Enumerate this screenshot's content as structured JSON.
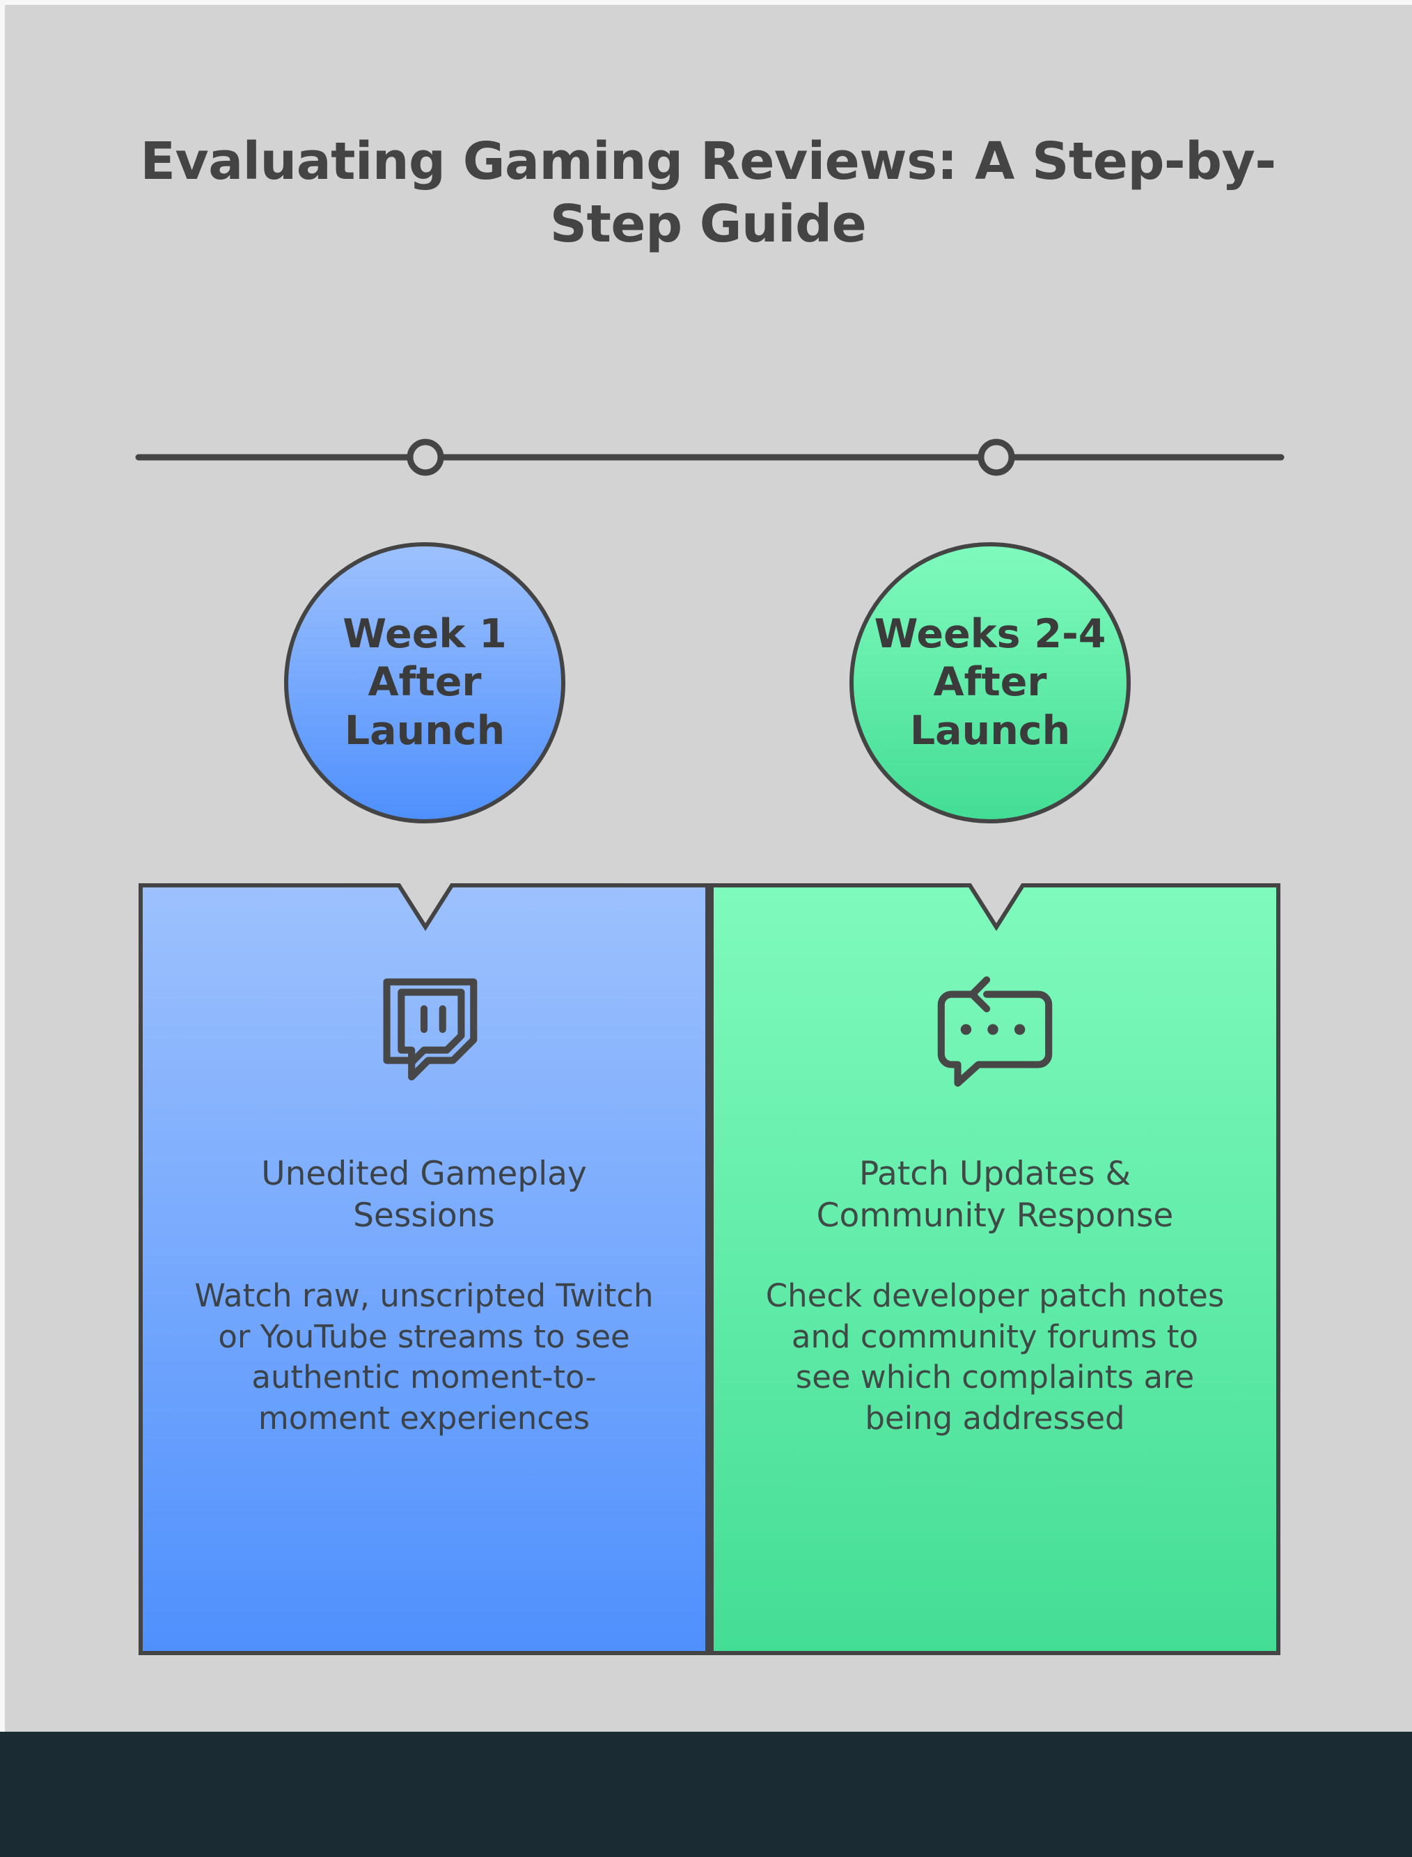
{
  "meta": {
    "title": "Evaluating Gaming Reviews: A Step-by-Step Guide",
    "background_color": "#d3d3d3",
    "outline_color": "#444444",
    "footer_color": "#1b2b33"
  },
  "timeline": {
    "marker_icon": "timeline-node-circle-icon",
    "markers": 2
  },
  "stages": [
    {
      "badge_label": "Week 1 After Launch",
      "icon": "twitch-icon",
      "heading": "Unedited Gameplay Sessions",
      "body": "Watch raw, unscripted Twitch or YouTube streams to see authentic moment-to-moment experiences",
      "color_top": "#9dc1fd",
      "color_bottom": "#4f90fd"
    },
    {
      "badge_label": "Weeks 2-4 After Launch",
      "icon": "message-reply-icon",
      "heading": "Patch Updates & Community Response",
      "body": "Check developer patch notes and community forums to see which complaints are being addressed",
      "color_top": "#7ffabd",
      "color_bottom": "#44dd95"
    }
  ]
}
